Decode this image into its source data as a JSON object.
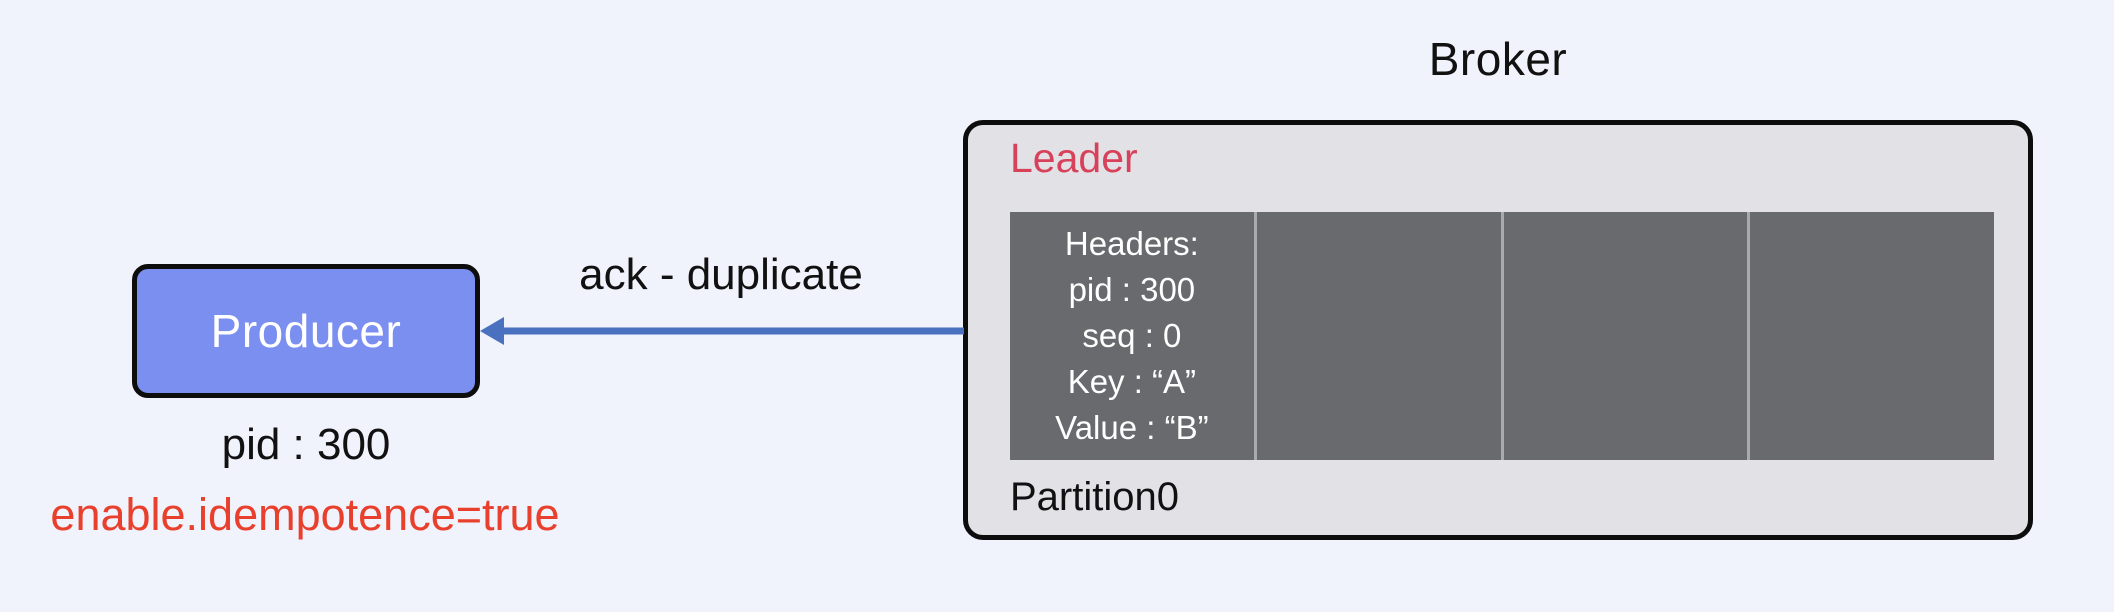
{
  "colors": {
    "bg": "#F0F2FC",
    "text": "#111111",
    "broker-fill": "#E2E2E6",
    "producer-fill": "#7B8FF0",
    "log-fill": "#696A6D",
    "divider": "#A9AAAD",
    "leader": "#D8415A",
    "config-red": "#E8402C",
    "arrow": "#4A70C0"
  },
  "producer": {
    "label": "Producer",
    "pid_text": "pid : 300",
    "config_text": "enable.idempotence=true"
  },
  "arrow": {
    "label": "ack - duplicate"
  },
  "broker": {
    "title": "Broker",
    "leader_label": "Leader",
    "partition_label": "Partition0",
    "log": {
      "message_lines": [
        "Headers:",
        "pid : 300",
        "seq : 0",
        "Key : “A”",
        "Value : “B”"
      ]
    }
  }
}
